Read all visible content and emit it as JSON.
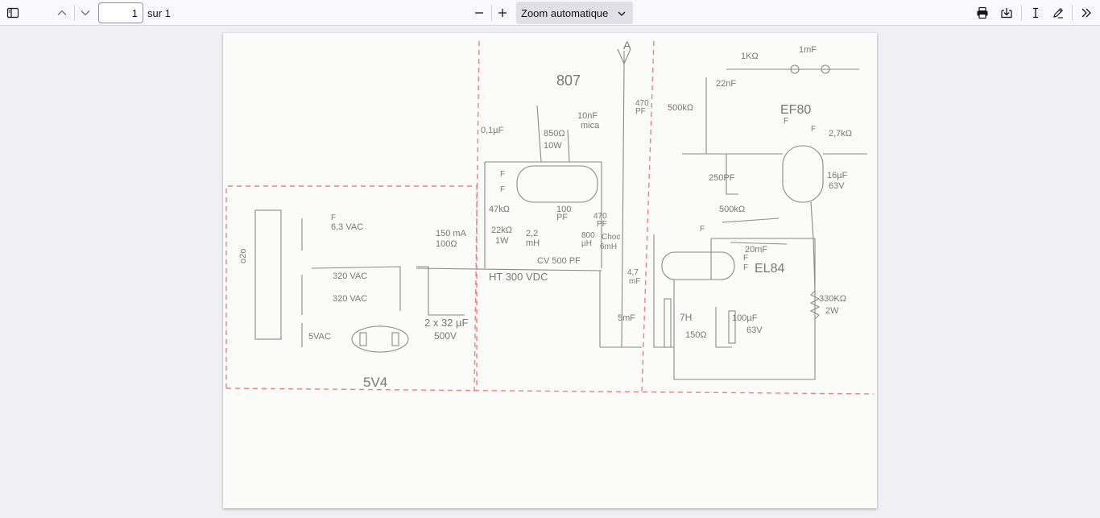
{
  "toolbar": {
    "sidebar_icon": "sidebar-toggle-icon",
    "prev_icon": "chevron-up-icon",
    "next_icon": "chevron-down-icon",
    "page_number": "1",
    "page_count": "sur 1",
    "zoom_out_icon": "minus-icon",
    "zoom_in_icon": "plus-icon",
    "zoom_value": "Zoom automatique",
    "print_icon": "printer-icon",
    "download_icon": "download-icon",
    "text_icon": "text-cursor-icon",
    "draw_icon": "pen-icon",
    "more_icon": "double-chevron-icon"
  },
  "document": {
    "labels": {
      "tube_807": "807",
      "antenna": "A",
      "ef80": "EF80",
      "el84": "EL84",
      "rect_5v4": "5V4",
      "ht": "HT 300 VDC",
      "v63": "6,3 VAC",
      "v320a": "320 VAC",
      "v320b": "320 VAC",
      "v5": "5VAC",
      "cap_2x32": "2 x 32 µF",
      "v500": "500V",
      "ma150": "150 mA",
      "r100": "100Ω",
      "c01": "0,1µF",
      "r850": "850Ω",
      "w10": "10W",
      "c10nf": "10nF",
      "mica": "mica",
      "c470a": "470",
      "pf_a": "PF",
      "r47k": "47kΩ",
      "r22k": "22kΩ",
      "w1": "1W",
      "l22": "2,2",
      "mh_a": "mH",
      "c100pf": "100",
      "pf_b": "PF",
      "c470b": "470",
      "pf_c": "PF",
      "l800": "800",
      "uh": "µH",
      "choc": "Choc",
      "mh_b": "6mH",
      "cv500": "CV 500 PF",
      "c47": "4,7",
      "mf_a": "mF",
      "c5mf": "5mF",
      "l7h": "7H",
      "r150": "150Ω",
      "c100uf": "100µF",
      "v63b": "63V",
      "r500k_top": "500kΩ",
      "c22nf": "22nF",
      "r1k": "1KΩ",
      "c1mf": "1mF",
      "c250pf": "250PF",
      "r27k": "2,7kΩ",
      "c16uf": "16µF",
      "v63c": "63V",
      "r500k_mid": "500kΩ",
      "c20mf": "20mF",
      "r330k": "330KΩ",
      "w2": "2W",
      "f_a": "F",
      "f_b": "F",
      "f_c": "F",
      "f_d": "F",
      "f_e": "F",
      "f_f": "F",
      "f_g": "F",
      "f_h": "F",
      "o2o": "o2o"
    },
    "colors": {
      "pencil": "#7a7a7a",
      "dash": "#f08080"
    }
  }
}
